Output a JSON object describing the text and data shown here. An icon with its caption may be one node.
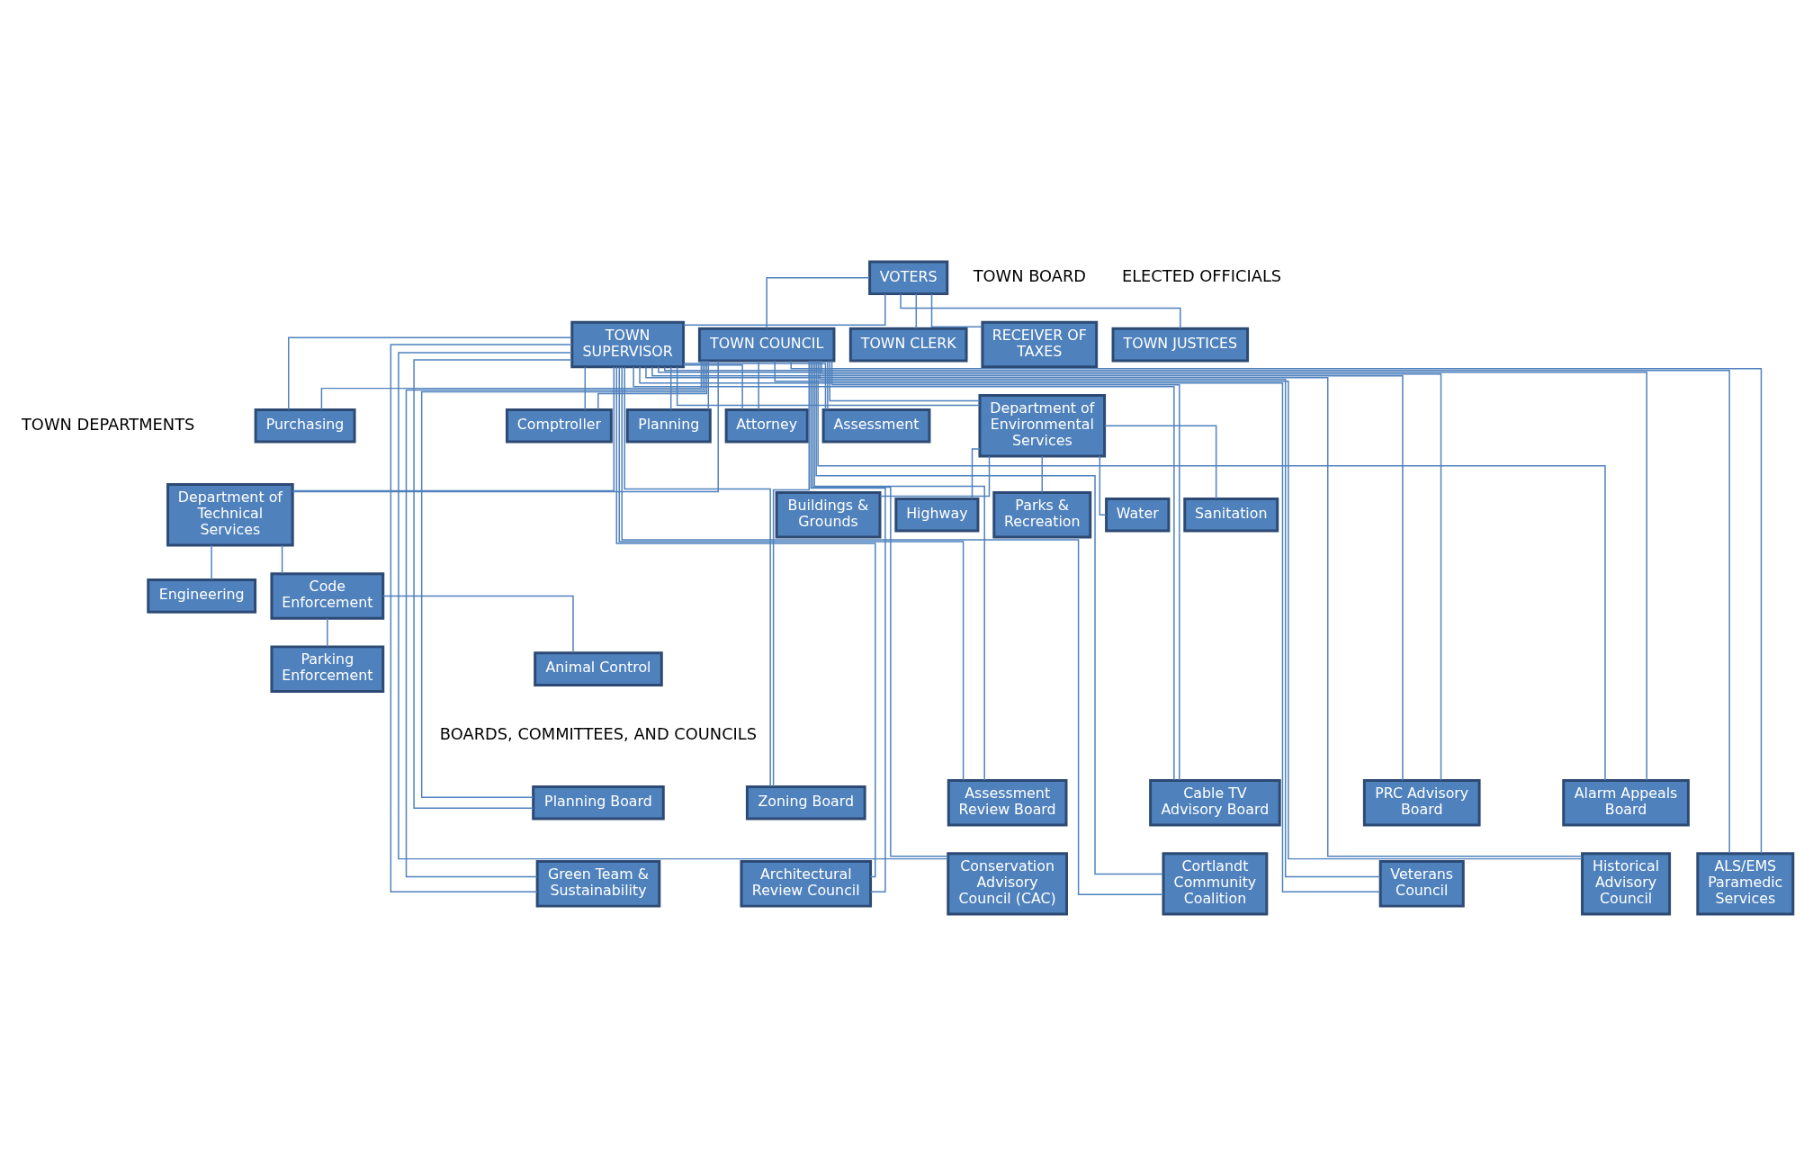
{
  "diagram": {
    "nodes": [
      {
        "text": [
          "VOTERS"
        ]
      },
      {
        "text": [
          "TOWN SUPERVISOR"
        ]
      },
      {
        "text": [
          "TOWN COUNCIL"
        ]
      },
      {
        "text": [
          "TOWN CLERK"
        ]
      },
      {
        "text": [
          "RECEIVER OF TAXES"
        ]
      },
      {
        "text": [
          "TOWN JUSTICES"
        ]
      },
      {
        "text": [
          "Department of Technical Services"
        ]
      },
      {
        "text": [
          "Comptroller"
        ]
      },
      {
        "text": [
          "Planning"
        ]
      },
      {
        "text": [
          "Attorney"
        ]
      },
      {
        "text": [
          "Assessment"
        ]
      },
      {
        "text": [
          "Purchasing"
        ]
      },
      {
        "text": [
          "Department of Environmental Services"
        ]
      },
      {
        "text": [
          "Engineering"
        ]
      },
      {
        "text": [
          "Code Enforcement"
        ]
      },
      {
        "text": [
          "Parking Enforcement"
        ]
      },
      {
        "text": [
          "Animal Control"
        ]
      },
      {
        "text": [
          "Sanitation"
        ]
      },
      {
        "text": [
          "Buildings & Grounds"
        ]
      },
      {
        "text": [
          "Highway"
        ]
      },
      {
        "text": [
          "Parks & Recreation"
        ]
      },
      {
        "text": [
          "Water"
        ]
      },
      {
        "text": [
          "Planning Board"
        ]
      },
      {
        "text": [
          "Zoning Board"
        ]
      },
      {
        "text": [
          "Assessment Review Board"
        ]
      },
      {
        "text": [
          "Cable TV Advisory Board"
        ]
      },
      {
        "text": [
          "PRC Advisory Board"
        ]
      },
      {
        "text": [
          "Alarm Appeals Board"
        ]
      },
      {
        "text": [
          "Green Team & Sustainability"
        ]
      },
      {
        "text": [
          "Architectural Review Council"
        ]
      },
      {
        "text": [
          "Conservation Advisory Council (CAC)"
        ]
      },
      {
        "text": [
          "Cortlandt Community Coalition"
        ]
      },
      {
        "text": [
          "Veterans Council"
        ]
      },
      {
        "text": [
          "Historical Advisory Council"
        ]
      },
      {
        "text": [
          "ALS/EMS Paramedic Services"
        ]
      }
    ],
    "edges": [
      {
        "from": 0,
        "to": 1,
        "arrow": "none"
      },
      {
        "from": 0,
        "to": 2,
        "arrow": "none"
      },
      {
        "from": 0,
        "to": 3,
        "arrow": "none"
      },
      {
        "from": 0,
        "to": 4,
        "arrow": "none"
      },
      {
        "from": 0,
        "to": 5,
        "arrow": "none"
      },
      {
        "from": 1,
        "to": 6,
        "arrow": "none"
      },
      {
        "from": 2,
        "to": 6,
        "arrow": "none"
      },
      {
        "from": 1,
        "to": 7,
        "arrow": "none"
      },
      {
        "from": 2,
        "to": 7,
        "arrow": "none"
      },
      {
        "from": 1,
        "to": 8,
        "arrow": "none"
      },
      {
        "from": 2,
        "to": 8,
        "arrow": "none"
      },
      {
        "from": 1,
        "to": 9,
        "arrow": "none"
      },
      {
        "from": 2,
        "to": 9,
        "arrow": "none"
      },
      {
        "from": 1,
        "to": 10,
        "arrow": "none"
      },
      {
        "from": 2,
        "to": 10,
        "arrow": "none"
      },
      {
        "from": 1,
        "to": 11,
        "arrow": "none"
      },
      {
        "from": 2,
        "to": 11,
        "arrow": "none"
      },
      {
        "from": 1,
        "to": 12,
        "arrow": "none"
      },
      {
        "from": 2,
        "to": 12,
        "arrow": "none"
      },
      {
        "from": 1,
        "to": 22,
        "arrow": "none"
      },
      {
        "from": 2,
        "to": 22,
        "arrow": "none"
      },
      {
        "from": 1,
        "to": 23,
        "arrow": "none"
      },
      {
        "from": 2,
        "to": 23,
        "arrow": "none"
      },
      {
        "from": 1,
        "to": 24,
        "arrow": "none"
      },
      {
        "from": 2,
        "to": 24,
        "arrow": "none"
      },
      {
        "from": 1,
        "to": 25,
        "arrow": "none"
      },
      {
        "from": 2,
        "to": 25,
        "arrow": "none"
      },
      {
        "from": 1,
        "to": 26,
        "arrow": "none"
      },
      {
        "from": 2,
        "to": 26,
        "arrow": "none"
      },
      {
        "from": 1,
        "to": 27,
        "arrow": "none"
      },
      {
        "from": 2,
        "to": 27,
        "arrow": "none"
      },
      {
        "from": 1,
        "to": 28,
        "arrow": "none"
      },
      {
        "from": 2,
        "to": 28,
        "arrow": "none"
      },
      {
        "from": 1,
        "to": 29,
        "arrow": "none"
      },
      {
        "from": 2,
        "to": 29,
        "arrow": "none"
      },
      {
        "from": 1,
        "to": 30,
        "arrow": "none"
      },
      {
        "from": 2,
        "to": 30,
        "arrow": "none"
      },
      {
        "from": 1,
        "to": 31,
        "arrow": "none"
      },
      {
        "from": 2,
        "to": 31,
        "arrow": "none"
      },
      {
        "from": 1,
        "to": 32,
        "arrow": "none"
      },
      {
        "from": 2,
        "to": 32,
        "arrow": "none"
      },
      {
        "from": 1,
        "to": 33,
        "arrow": "none"
      },
      {
        "from": 2,
        "to": 33,
        "arrow": "none"
      },
      {
        "from": 1,
        "to": 34,
        "arrow": "none"
      },
      {
        "from": 2,
        "to": 34,
        "arrow": "none"
      },
      {
        "from": 6,
        "to": 13,
        "arrow": "none"
      },
      {
        "from": 6,
        "to": 14,
        "arrow": "none"
      },
      {
        "from": 14,
        "to": 15,
        "arrow": "none"
      },
      {
        "from": 14,
        "to": 16,
        "arrow": "none"
      },
      {
        "from": 12,
        "to": 17,
        "arrow": "none"
      },
      {
        "from": 12,
        "to": 18,
        "arrow": "none"
      },
      {
        "from": 12,
        "to": 19,
        "arrow": "none"
      },
      {
        "from": 12,
        "to": 20,
        "arrow": "none"
      },
      {
        "from": 12,
        "to": 21,
        "arrow": "none"
      }
    ],
    "labels": [
      "TOWN BOARD",
      "ELECTED OFFICIALS",
      "TOWN DEPARTMENTS",
      "BOARDS, COMMITTEES, AND COUNCILS"
    ]
  }
}
